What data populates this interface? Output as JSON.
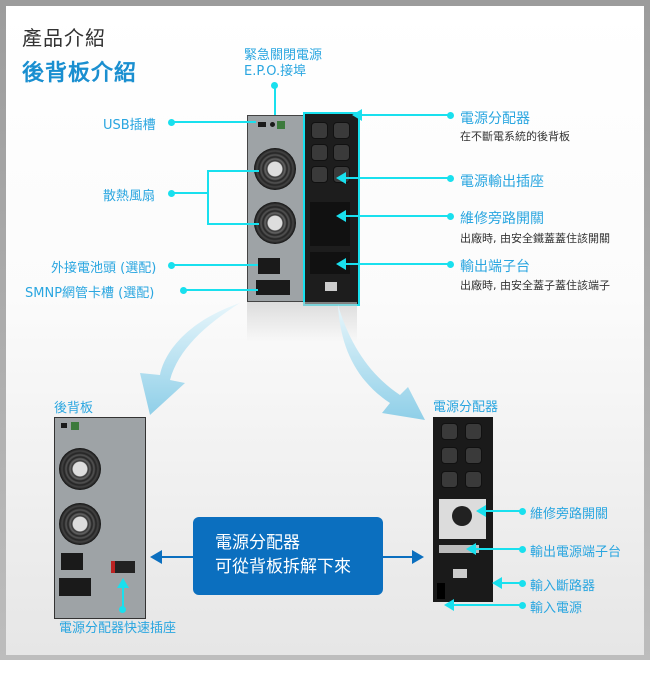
{
  "header": {
    "title": "產品介紹",
    "subtitle": "後背板介紹"
  },
  "top_labels": {
    "epo": [
      "緊急關閉電源",
      "E.P.O.接埠"
    ],
    "usb": "USB插槽",
    "fans": "散熱風扇",
    "battery": "外接電池頭 (選配)",
    "snmp": "SMNP網管卡槽 (選配)",
    "pdu": {
      "title": "電源分配器",
      "note": "在不斷電系統的後背板"
    },
    "outlets": "電源輸出插座",
    "bypass": {
      "title": "維修旁路開關",
      "note": "出廠時, 由安全鐵蓋蓋住該開關"
    },
    "terminal": {
      "title": "輸出端子台",
      "note": "出廠時, 由安全蓋子蓋住該端子"
    }
  },
  "back_panel": {
    "title": "後背板",
    "socket_label": "電源分配器快速插座"
  },
  "pdu_detail": {
    "title": "電源分配器",
    "labels": [
      "維修旁路開關",
      "輸出電源端子台",
      "輸入斷路器",
      "輸入電源"
    ]
  },
  "callout": {
    "lines": [
      "電源分配器",
      "可從背板拆解下來"
    ]
  },
  "colors": {
    "label_blue": "#2aa6e0",
    "callout_blue": "#0b6fbf",
    "leader_cyan": "#19e0ee"
  }
}
